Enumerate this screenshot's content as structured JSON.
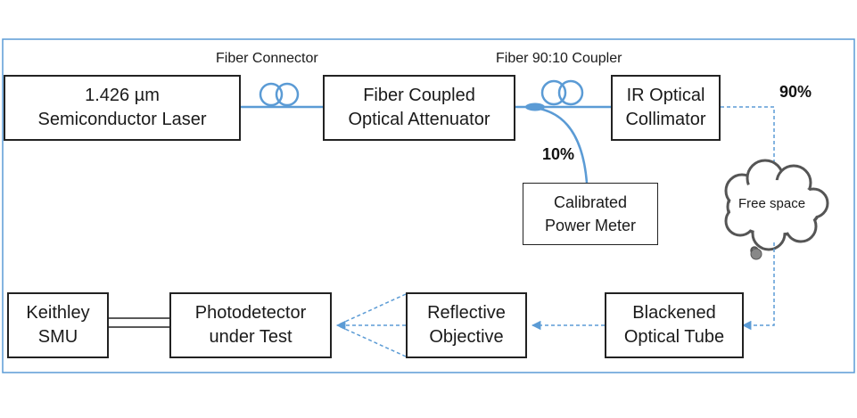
{
  "diagram": {
    "blocks": {
      "laser": [
        "1.426 µm",
        "Semiconductor Laser"
      ],
      "attenuator": [
        "Fiber Coupled",
        "Optical Attenuator"
      ],
      "collimator": [
        "IR Optical",
        "Collimator"
      ],
      "power_meter": [
        "Calibrated",
        "Power Meter"
      ],
      "keithley": [
        "Keithley",
        "SMU"
      ],
      "photodetector": [
        "Photodetector",
        "under Test"
      ],
      "objective": [
        "Reflective",
        "Objective"
      ],
      "tube": [
        "Blackened",
        "Optical Tube"
      ]
    },
    "labels": {
      "fiber_connector": "Fiber Connector",
      "coupler": "Fiber 90:10 Coupler",
      "pct_90": "90%",
      "pct_10": "10%",
      "free_space": "Free space"
    }
  }
}
